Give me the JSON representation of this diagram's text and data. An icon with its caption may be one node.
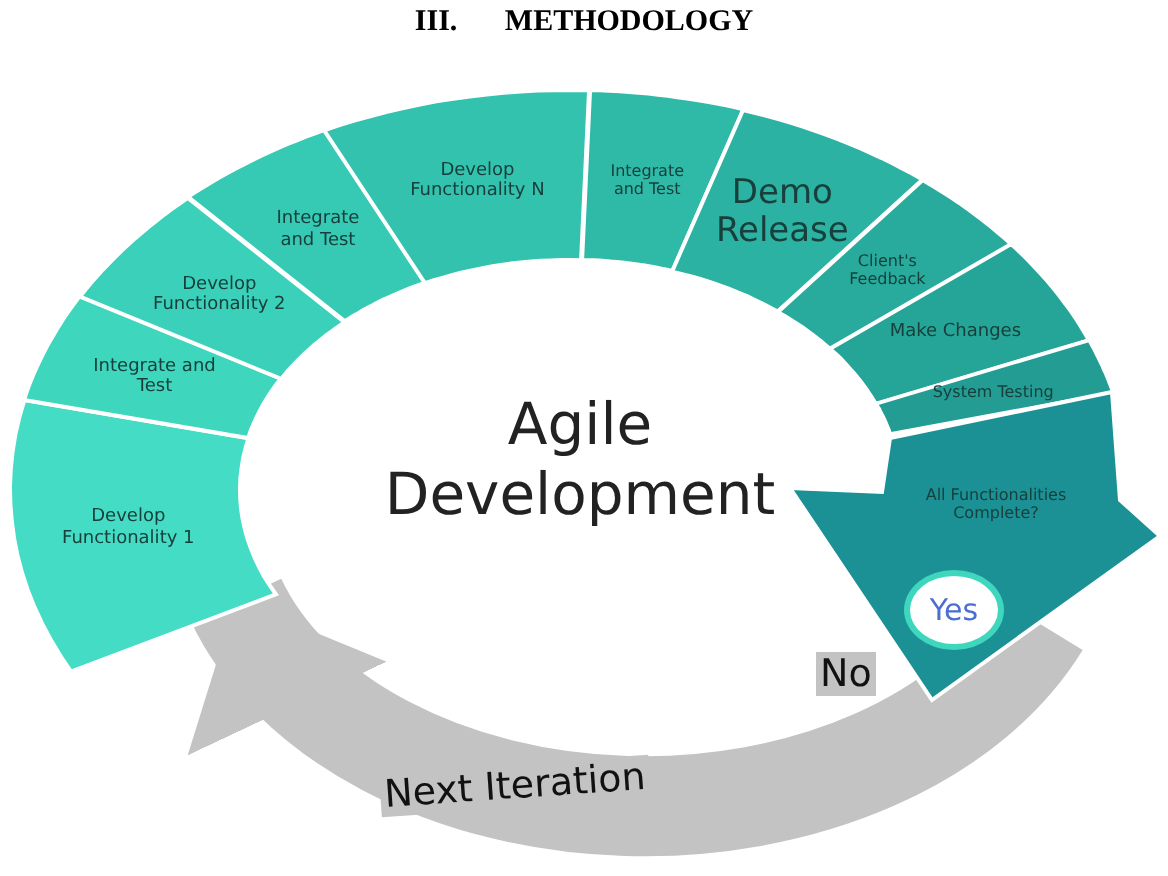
{
  "diagram": {
    "title": "III. METHODOLOGY",
    "nodes": [
      {
        "text": [
          "Develop Functionality 1"
        ]
      },
      {
        "text": [
          "Integrate and Test"
        ]
      },
      {
        "text": [
          "Develop Functionality 2"
        ]
      },
      {
        "text": [
          "Integrate and Test"
        ]
      },
      {
        "text": [
          "Develop Functionality N"
        ]
      },
      {
        "text": [
          "Integrate and Test"
        ]
      },
      {
        "text": [
          "Demo Release"
        ]
      },
      {
        "text": [
          "Client's Feedback"
        ]
      },
      {
        "text": [
          "Make Changes"
        ]
      },
      {
        "text": [
          "System Testing"
        ]
      },
      {
        "text": [
          "All Functionalities Complete?"
        ]
      },
      {
        "text": [
          "Yes"
        ],
        "in": 10
      }
    ],
    "edges": [
      {
        "from": 10,
        "to": 0,
        "arrow": "to",
        "label": "No"
      }
    ],
    "labels": [
      "Agile Development",
      "Next Iteration"
    ]
  }
}
